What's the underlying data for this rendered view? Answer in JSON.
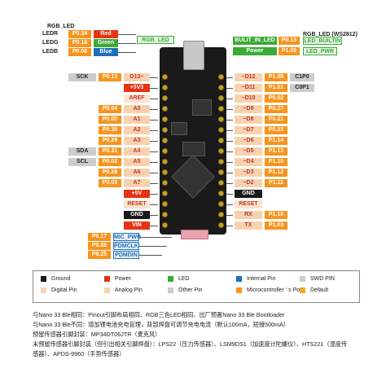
{
  "colors": {
    "port": "#f7941d",
    "power": "#e63312",
    "ground": "#1a1a1a",
    "led": "#3aaa35",
    "internal": "#1d6fb8",
    "digital": "#f7d2b0",
    "analog": "#f7d2b0",
    "swd": "#cccccc",
    "other": "#cccccc",
    "default": "#f5a623"
  },
  "rgb_led": {
    "title": "RGB_LED",
    "rows": [
      {
        "name": "LEDR",
        "port": "P0.24",
        "color": "Red"
      },
      {
        "name": "LEDG",
        "port": "P0.16",
        "color": "Green"
      },
      {
        "name": "LEDB",
        "port": "P0.06",
        "color": "Blue"
      }
    ],
    "board_label": "RGB_LED"
  },
  "right_top": {
    "title": "RGB_LED (WS2812)",
    "builtin": "BULIT_IN_LED",
    "builtin_port": "P0.13",
    "builtin_name": "LED_BUILTIN",
    "power": "Power",
    "power_port": "P1.09",
    "power_name": "LED_PWR"
  },
  "left_pins": [
    {
      "alt": "SCK",
      "port": "P0.13",
      "pin": "D13~"
    },
    {
      "alt": "",
      "port": "",
      "pin": "+3V3"
    },
    {
      "alt": "",
      "port": "",
      "pin": "AREF"
    },
    {
      "alt": "",
      "port": "P0.04",
      "pin": "A0"
    },
    {
      "alt": "",
      "port": "P0.05",
      "pin": "A1"
    },
    {
      "alt": "",
      "port": "P0.30",
      "pin": "A2"
    },
    {
      "alt": "",
      "port": "P0.29",
      "pin": "A3"
    },
    {
      "alt": "SDA",
      "port": "P0.31",
      "pin": "A4"
    },
    {
      "alt": "SCL",
      "port": "P0.02",
      "pin": "A5"
    },
    {
      "alt": "",
      "port": "P0.28",
      "pin": "A6"
    },
    {
      "alt": "",
      "port": "P0.03",
      "pin": "A7"
    },
    {
      "alt": "",
      "port": "",
      "pin": "+5V"
    },
    {
      "alt": "",
      "port": "",
      "pin": "RESET"
    },
    {
      "alt": "",
      "port": "",
      "pin": "GND"
    },
    {
      "alt": "",
      "port": "",
      "pin": "VIN"
    }
  ],
  "right_pins": [
    {
      "pin": "~D12",
      "port": "P1.08",
      "alt": "C1P0"
    },
    {
      "pin": "~D11",
      "port": "P1.01",
      "alt": "C0P1"
    },
    {
      "pin": "~D10",
      "port": "P0.02",
      "alt": ""
    },
    {
      "pin": "~D9",
      "port": "P0.27",
      "alt": ""
    },
    {
      "pin": "~D8",
      "port": "P0.21",
      "alt": ""
    },
    {
      "pin": "~D7",
      "port": "P0.23",
      "alt": ""
    },
    {
      "pin": "~D6",
      "port": "P1.14",
      "alt": ""
    },
    {
      "pin": "~D5",
      "port": "P1.13",
      "alt": ""
    },
    {
      "pin": "~D4",
      "port": "P1.15",
      "alt": ""
    },
    {
      "pin": "~D3",
      "port": "P1.12",
      "alt": ""
    },
    {
      "pin": "~D2",
      "port": "P1.11",
      "alt": ""
    },
    {
      "pin": "GND",
      "port": "",
      "alt": ""
    },
    {
      "pin": "RESET",
      "port": "",
      "alt": ""
    },
    {
      "pin": "RX",
      "port": "P1.10",
      "alt": ""
    },
    {
      "pin": "TX",
      "port": "P1.03",
      "alt": ""
    }
  ],
  "bottom_pins": [
    {
      "port": "P0.17",
      "name": "MIC_PWR"
    },
    {
      "port": "P0.26",
      "name": "PDMCLK"
    },
    {
      "port": "P0.25",
      "name": "PDMDIN"
    }
  ],
  "legend": [
    {
      "label": "Ground",
      "color": "#1a1a1a"
    },
    {
      "label": "Power",
      "color": "#e63312"
    },
    {
      "label": "LED",
      "color": "#3aaa35"
    },
    {
      "label": "Internal Pin",
      "color": "#1d6fb8"
    },
    {
      "label": "SWD PIN",
      "color": "#cccccc"
    },
    {
      "label": "Digital Pin",
      "color": "#f7d2b0"
    },
    {
      "label": "Analog Pin",
      "color": "#f7d2b0"
    },
    {
      "label": "Other Pin",
      "color": "#cccccc"
    },
    {
      "label": "Microcontroller ' s Port",
      "color": "#f7941d"
    },
    {
      "label": "Default",
      "color": "#f5a623"
    }
  ],
  "notes": [
    "与Nano 33 Ble相同：Pinout引脚布局相同、RGB三色LED相同、出厂预置Nano 33 Ble Bootloader",
    "与Nano 33 Ble不同：增加锂电池充电管理，背部焊盘可调节充电电流（默认100mA，短接500mA）",
    "预留传感器引脚封装：MP34DT06JTR（麦克风）",
    "未预留传感器引脚封装（但引出相关引脚焊盘）：LPS22（压力传感器）、LSM9DS1（加速度计陀螺仪）、HTS221（湿度传",
    "感器）、APDS-9960（手势传感器）"
  ]
}
